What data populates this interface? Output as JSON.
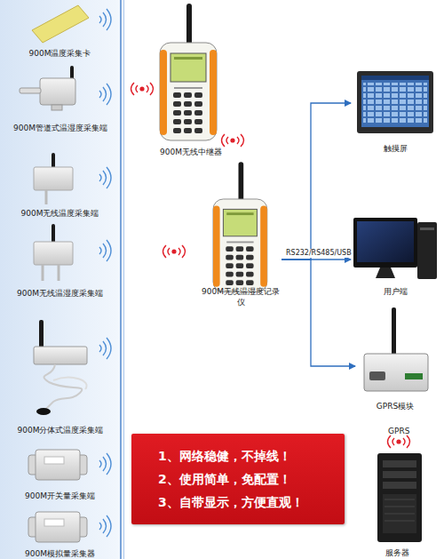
{
  "diagram": {
    "nodes": [
      {
        "text": [
          "900M温度采集卡"
        ]
      },
      {
        "text": [
          "900M管道式温湿度采集端"
        ]
      },
      {
        "text": [
          "900M无线温度采集端"
        ]
      },
      {
        "text": [
          "900M无线温湿度采集端"
        ]
      },
      {
        "text": [
          "900M分体式温度采集端"
        ]
      },
      {
        "text": [
          "900M开关量采集端"
        ]
      },
      {
        "text": [
          "900M模拟量采集器"
        ]
      },
      {
        "text": [
          "900M无线中继器"
        ]
      },
      {
        "text": [
          "900M无线温湿度记录仪"
        ]
      },
      {
        "text": [
          "触摸屏"
        ]
      },
      {
        "text": [
          "用户端"
        ]
      },
      {
        "text": [
          "GPRS模块"
        ]
      },
      {
        "text": [
          "服务器"
        ]
      },
      {
        "text": [
          "1、网络稳健，不掉线！",
          "2、使用简单，免配置！",
          "3、自带显示，方便直观！"
        ]
      }
    ],
    "edges": [
      {
        "from": 8,
        "to": 9,
        "arrow": "to"
      },
      {
        "from": 8,
        "to": 10,
        "arrow": "to",
        "label": "RS232/RS485/USB"
      },
      {
        "from": 8,
        "to": 11,
        "arrow": "to"
      }
    ],
    "labels": [
      "GPRS"
    ]
  }
}
